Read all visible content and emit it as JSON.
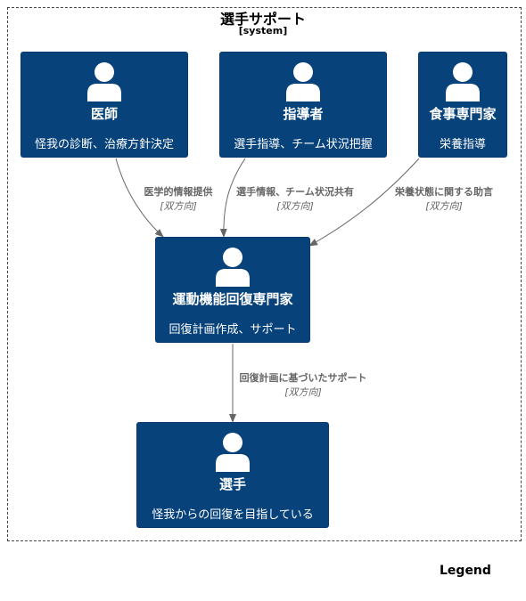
{
  "boundary": {
    "title": "選手サポート",
    "subtitle": "[system]"
  },
  "persons": {
    "doctor": {
      "name": "医師",
      "desc": "怪我の診断、治療方針決定"
    },
    "coach": {
      "name": "指導者",
      "desc": "選手指導、チーム状況把握"
    },
    "nutritionist": {
      "name": "食事専門家",
      "desc": "栄養指導"
    },
    "rehab": {
      "name": "運動機能回復専門家",
      "desc": "回復計画作成、サポート"
    },
    "athlete": {
      "name": "選手",
      "desc": "怪我からの回復を目指している"
    }
  },
  "relations": {
    "doctor_rehab": {
      "label": "医学的情報提供",
      "tech": "[双方向]"
    },
    "coach_rehab": {
      "label": "選手情報、チーム状況共有",
      "tech": "[双方向]"
    },
    "nutritionist_rehab": {
      "label": "栄養状態に関する助言",
      "tech": "[双方向]"
    },
    "rehab_athlete": {
      "label": "回復計画に基づいたサポート",
      "tech": "[双方向]"
    }
  },
  "legend": "Legend",
  "colors": {
    "person_fill": "#08427b",
    "arrow": "#666666",
    "boundary": "#444444"
  }
}
